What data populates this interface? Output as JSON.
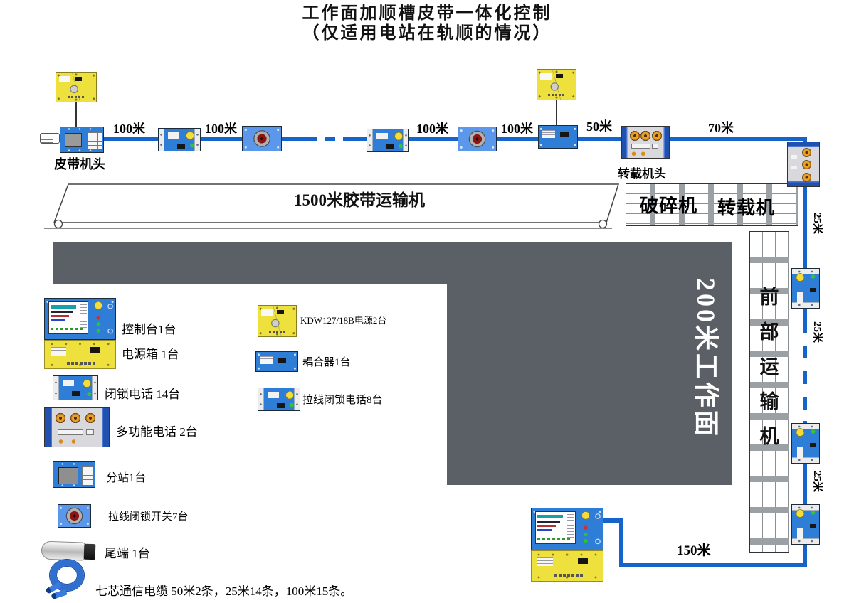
{
  "title": {
    "line1": "工作面加顺槽皮带一体化控制",
    "line2": "（仅适用电站在轨顺的情况）"
  },
  "diagram": {
    "belt_head_label": "皮带机头",
    "transfer_head_label": "转载机头",
    "belt_conveyor_label": "1500米胶带运输机",
    "crusher_label": "破碎机",
    "transfer_machine_label": "转载机",
    "working_face_label": "200米工作面",
    "front_conveyor_chars": [
      "前",
      "部",
      "运",
      "输",
      "机"
    ],
    "distances_top": [
      "100米",
      "100米",
      "100米",
      "100米",
      "50米",
      "70米"
    ],
    "distances_right": [
      "25米",
      "25米",
      "25米"
    ],
    "distance_bottom": "150米"
  },
  "legend_left": {
    "console_line1": "控制台1台",
    "console_line2": "电源箱 1台",
    "phone": "闭锁电话 14台",
    "multifunction_phone": "多功能电话 2台",
    "substation": "分站1台",
    "pull_switch": "拉线闭锁开关7台",
    "tail": "尾端 1台",
    "cable": "七芯通信电缆 50米2条，25米14条，100米15条。"
  },
  "legend_mid": {
    "power": "KDW127/18B电源2台",
    "coupler": "耦合器1台",
    "pull_phone": "拉线闭锁电话8台"
  },
  "device_icons": {
    "power_supply": "yellow-power-supply-box-icon",
    "interlock_phone": "blue-interlock-phone-icon",
    "pull_switch": "pull-wire-switch-icon",
    "multifunction_phone": "multifunction-phone-icon",
    "substation": "substation-icon",
    "coupler": "coupler-icon",
    "console": "control-console-icon",
    "tail": "tail-end-icon",
    "cable_coil": "seven-core-cable-icon"
  },
  "colors": {
    "device_blue": "#2e7ed8",
    "switch_blue": "#5b97ea",
    "panel_yellow": "#efe13d",
    "cable_blue": "#1464cc",
    "dark_gray": "#5b6067",
    "accent_orange": "#e8a225"
  }
}
